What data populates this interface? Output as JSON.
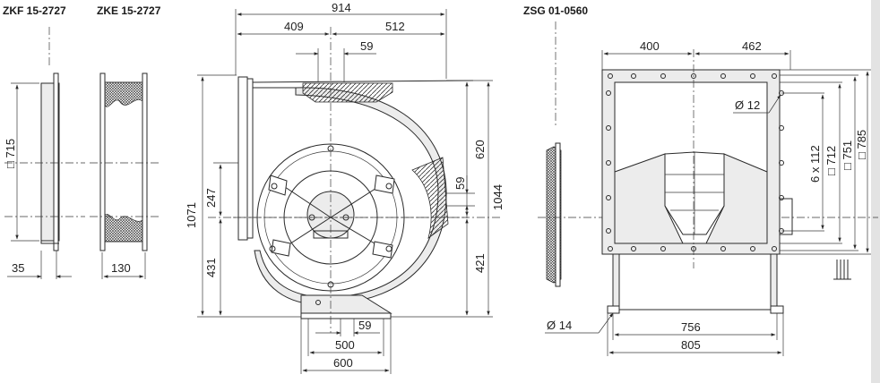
{
  "labels": {
    "zkf": "ZKF 15-2727",
    "zke": "ZKE 15-2727",
    "zsg": "ZSG 01-0560"
  },
  "dimensions": {
    "zkf_square": "□ 715",
    "zkf_depth": "35",
    "zke_depth": "130",
    "main_width": "914",
    "main_left": "409",
    "main_right": "512",
    "top_59": "59",
    "mid_59": "59",
    "bot_59": "59",
    "h_620": "620",
    "h_1044": "1044",
    "h_1071": "1071",
    "h_247": "247",
    "h_431": "431",
    "h_421": "421",
    "base_500": "500",
    "base_600": "600",
    "zsg_400": "400",
    "zsg_462": "462",
    "hole_12": "Ø 12",
    "holes": "6 x 112",
    "sq_712": "□ 712",
    "sq_751": "□ 751",
    "sq_785": "□ 785",
    "hole_14": "Ø 14",
    "foot_756": "756",
    "foot_805": "805"
  }
}
